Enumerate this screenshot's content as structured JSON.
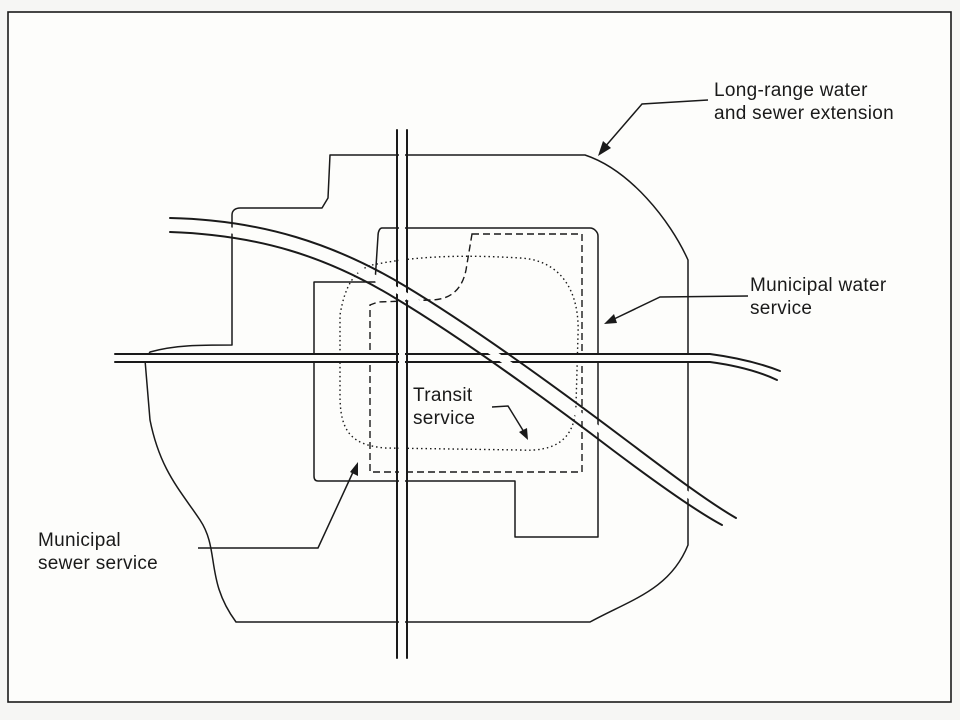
{
  "labels": {
    "long_range": "Long-range water\nand sewer extension",
    "municipal_water": "Municipal water\nservice",
    "transit": "Transit\nservice",
    "municipal_sewer": "Municipal\nsewer service"
  }
}
